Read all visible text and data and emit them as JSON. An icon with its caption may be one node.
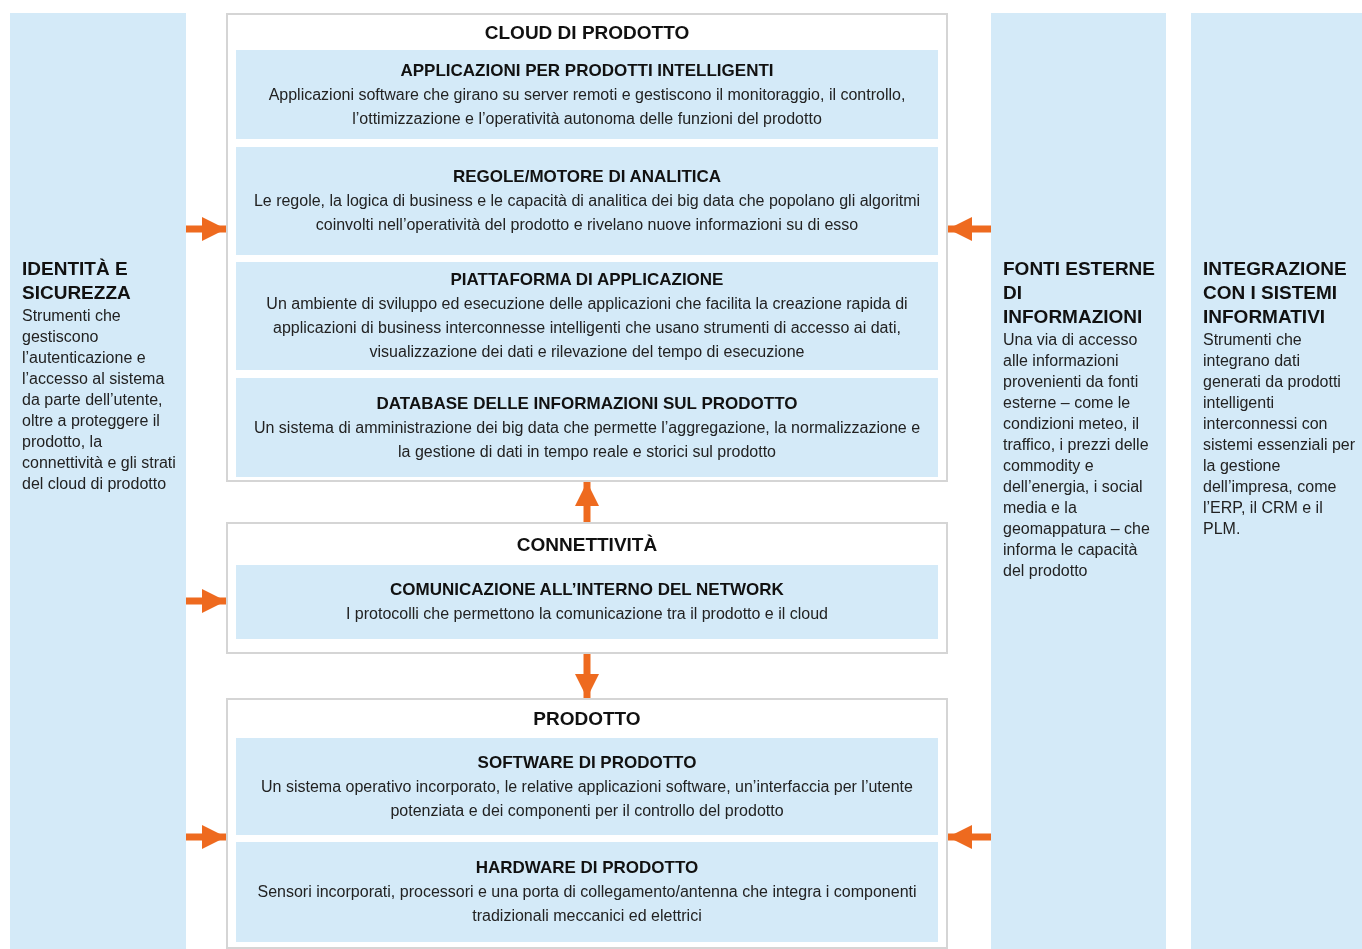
{
  "diagram": {
    "nodes": [
      {
        "text": [
          "IDENTITÀ E SICUREZZA",
          "Strumenti che gestiscono l’autenticazione e l’accesso al sistema da parte dell’utente, oltre a proteggere il prodotto, la connettività e gli strati del cloud di prodotto"
        ]
      },
      {
        "text": [
          "CLOUD DI PRODOTTO"
        ]
      },
      {
        "text": [
          "APPLICAZIONI PER PRODOTTI INTELLIGENTI",
          "Applicazioni software che girano su server remoti e gestiscono il monitoraggio, il controllo, l’ottimizzazione e l’operatività autonoma delle funzioni del prodotto"
        ],
        "in": 1
      },
      {
        "text": [
          "REGOLE/MOTORE DI ANALITICA",
          "Le regole, la logica di business e le capacità di analitica dei big data che popolano gli algoritmi coinvolti nell’operatività del prodotto e rivelano nuove informazioni su di esso"
        ],
        "in": 1
      },
      {
        "text": [
          "PIATTAFORMA DI APPLICAZIONE",
          "Un ambiente di sviluppo ed esecuzione delle applicazioni che facilita la creazione rapida di applicazioni di business interconnesse intelligenti che usano strumenti di accesso ai dati, visualizzazione dei dati e rilevazione del tempo di esecuzione"
        ],
        "in": 1
      },
      {
        "text": [
          "DATABASE DELLE INFORMAZIONI SUL PRODOTTO",
          "Un sistema di amministrazione dei big data che permette l’aggregazione, la normalizzazione e la gestione di dati in tempo reale e storici sul prodotto"
        ],
        "in": 1
      },
      {
        "text": [
          "CONNETTIVITÀ"
        ]
      },
      {
        "text": [
          "COMUNICAZIONE ALL’INTERNO DEL NETWORK",
          "I protocolli che permettono la comunicazione tra il prodotto e il cloud"
        ],
        "in": 6
      },
      {
        "text": [
          "PRODOTTO"
        ]
      },
      {
        "text": [
          "SOFTWARE DI PRODOTTO",
          "Un sistema operativo incorporato, le relative applicazioni software, un’interfaccia per l’utente potenziata e dei componenti per il controllo del prodotto"
        ],
        "in": 8
      },
      {
        "text": [
          "HARDWARE DI PRODOTTO",
          "Sensori incorporati, processori e una porta di collegamento/antenna che integra i componenti tradizionali meccanici ed elettrici"
        ],
        "in": 8
      },
      {
        "text": [
          "FONTI ESTERNE DI INFORMAZIONI",
          "Una via di accesso alle informazioni provenienti da fonti esterne – come le condizioni meteo, il traffico, i prezzi delle commodity e dell’energia, i social media e la geomappatura – che informa le capacità del prodotto"
        ]
      },
      {
        "text": [
          "INTEGRAZIONE CON I SISTEMI INFORMATIVI",
          "Strumenti che integrano dati generati da prodotti intelligenti interconnessi con sistemi essenziali per la gestione dell’impresa, come l’ERP, il CRM e il PLM."
        ]
      }
    ],
    "edges": [
      {
        "from": 0,
        "to": 1,
        "arrow": "to"
      },
      {
        "from": 0,
        "to": 6,
        "arrow": "to"
      },
      {
        "from": 0,
        "to": 8,
        "arrow": "to"
      },
      {
        "from": 11,
        "to": 1,
        "arrow": "to"
      },
      {
        "from": 11,
        "to": 8,
        "arrow": "to"
      },
      {
        "from": 6,
        "to": 1,
        "arrow": "to"
      },
      {
        "from": 6,
        "to": 8,
        "arrow": "to"
      }
    ]
  }
}
